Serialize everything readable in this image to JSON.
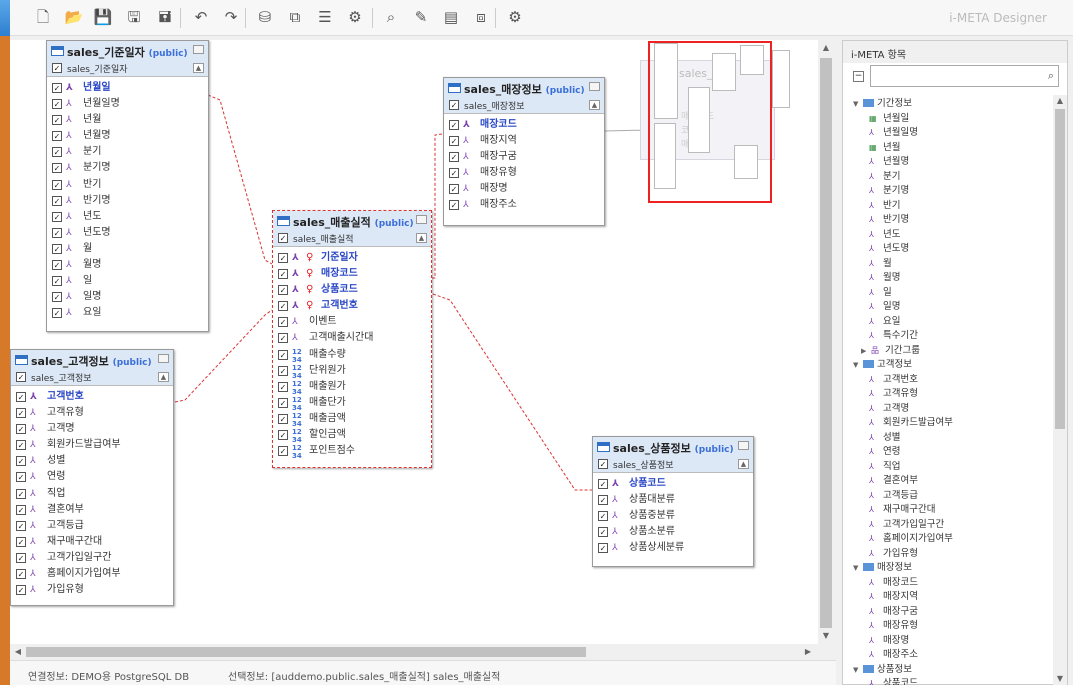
{
  "app": {
    "brand": "i-META Designer",
    "accent_color": "#2f7fd0",
    "relation_color": "#d33"
  },
  "toolbar": {
    "icons": [
      "new-file-icon",
      "open-folder-icon",
      "save-icon",
      "save-as-icon",
      "save-settings-icon",
      "undo-icon",
      "redo-icon",
      "database-icon",
      "schema-tree-icon",
      "table-properties-icon",
      "table-settings-icon",
      "db-search-icon",
      "document-edit-icon",
      "report-icon",
      "network-icon",
      "settings-gear-icon"
    ]
  },
  "tables": {
    "date": {
      "title": "sales_기준일자",
      "schema": "(public)",
      "sub": "sales_기준일자",
      "rows": [
        "년월일",
        "년월일명",
        "년월",
        "년월명",
        "분기",
        "분기명",
        "반기",
        "반기명",
        "년도",
        "년도명",
        "월",
        "월명",
        "일",
        "일명",
        "요일"
      ]
    },
    "store": {
      "title": "sales_매장정보",
      "schema": "(public)",
      "sub": "sales_매장정보",
      "rows": [
        "매장코드",
        "매장지역",
        "매장구굼",
        "매장유형",
        "매장명",
        "매장주소"
      ]
    },
    "fact": {
      "title": "sales_매출실적",
      "schema": "(public)",
      "sub": "sales_매출실적",
      "rows": [
        "기준일자",
        "매장코드",
        "상품코드",
        "고객번호",
        "이벤트",
        "고객매출시간대",
        "매출수량",
        "단위원가",
        "매출원가",
        "매출단가",
        "매출금액",
        "할인금액",
        "포인트점수"
      ]
    },
    "customer": {
      "title": "sales_고객정보",
      "schema": "(public)",
      "sub": "sales_고객정보",
      "rows": [
        "고객번호",
        "고객유형",
        "고객명",
        "회원카드발급여부",
        "성별",
        "연령",
        "직업",
        "결혼여부",
        "고객등급",
        "재구매구간대",
        "고객가입일구간",
        "홈페이지가입여부",
        "가입유형"
      ]
    },
    "product": {
      "title": "sales_상품정보",
      "schema": "(public)",
      "sub": "sales_상품정보",
      "rows": [
        "상품코드",
        "상품대분류",
        "상품중분류",
        "상품소분류",
        "상품상세분류"
      ]
    }
  },
  "minimap": {
    "ghost_title": "sales_매출",
    "ghost_rows": [
      "매장코드",
      "코드",
      "매"
    ]
  },
  "panel": {
    "title": "i-META 항목",
    "search_placeholder": "",
    "tree": [
      {
        "t": "folder",
        "label": "기간정보",
        "lvl": 0
      },
      {
        "t": "cal",
        "label": "년월일",
        "lvl": 1
      },
      {
        "t": "col",
        "label": "년월일명",
        "lvl": 1
      },
      {
        "t": "cal",
        "label": "년월",
        "lvl": 1
      },
      {
        "t": "col",
        "label": "년월명",
        "lvl": 1
      },
      {
        "t": "col",
        "label": "분기",
        "lvl": 1
      },
      {
        "t": "col",
        "label": "분기명",
        "lvl": 1
      },
      {
        "t": "col",
        "label": "반기",
        "lvl": 1
      },
      {
        "t": "col",
        "label": "반기명",
        "lvl": 1
      },
      {
        "t": "col",
        "label": "년도",
        "lvl": 1
      },
      {
        "t": "col",
        "label": "년도명",
        "lvl": 1
      },
      {
        "t": "col",
        "label": "월",
        "lvl": 1
      },
      {
        "t": "col",
        "label": "월명",
        "lvl": 1
      },
      {
        "t": "col",
        "label": "일",
        "lvl": 1
      },
      {
        "t": "col",
        "label": "일명",
        "lvl": 1
      },
      {
        "t": "col",
        "label": "요일",
        "lvl": 1
      },
      {
        "t": "col",
        "label": "특수기간",
        "lvl": 1
      },
      {
        "t": "group",
        "label": "기간그룹",
        "lvl": 1
      },
      {
        "t": "folder",
        "label": "고객정보",
        "lvl": 0
      },
      {
        "t": "col",
        "label": "고객번호",
        "lvl": 1
      },
      {
        "t": "col",
        "label": "고객유형",
        "lvl": 1
      },
      {
        "t": "col",
        "label": "고객명",
        "lvl": 1
      },
      {
        "t": "col",
        "label": "회원카드발급여부",
        "lvl": 1
      },
      {
        "t": "col",
        "label": "성별",
        "lvl": 1
      },
      {
        "t": "col",
        "label": "연령",
        "lvl": 1
      },
      {
        "t": "col",
        "label": "직업",
        "lvl": 1
      },
      {
        "t": "col",
        "label": "결혼여부",
        "lvl": 1
      },
      {
        "t": "col",
        "label": "고객등급",
        "lvl": 1
      },
      {
        "t": "col",
        "label": "재구매구간대",
        "lvl": 1
      },
      {
        "t": "col",
        "label": "고객가입일구간",
        "lvl": 1
      },
      {
        "t": "col",
        "label": "홈페이지가입여부",
        "lvl": 1
      },
      {
        "t": "col",
        "label": "가입유형",
        "lvl": 1
      },
      {
        "t": "folder",
        "label": "매장정보",
        "lvl": 0
      },
      {
        "t": "col",
        "label": "매장코드",
        "lvl": 1
      },
      {
        "t": "col",
        "label": "매장지역",
        "lvl": 1
      },
      {
        "t": "col",
        "label": "매장구굼",
        "lvl": 1
      },
      {
        "t": "col",
        "label": "매장유형",
        "lvl": 1
      },
      {
        "t": "col",
        "label": "매장명",
        "lvl": 1
      },
      {
        "t": "col",
        "label": "매장주소",
        "lvl": 1
      },
      {
        "t": "folder",
        "label": "상품정보",
        "lvl": 0
      },
      {
        "t": "col",
        "label": "상품코드",
        "lvl": 1
      }
    ]
  },
  "status": {
    "connection": "연결정보: DEMO용 PostgreSQL DB",
    "selection": "선택정보: [auddemo.public.sales_매출실적] sales_매출실적"
  }
}
